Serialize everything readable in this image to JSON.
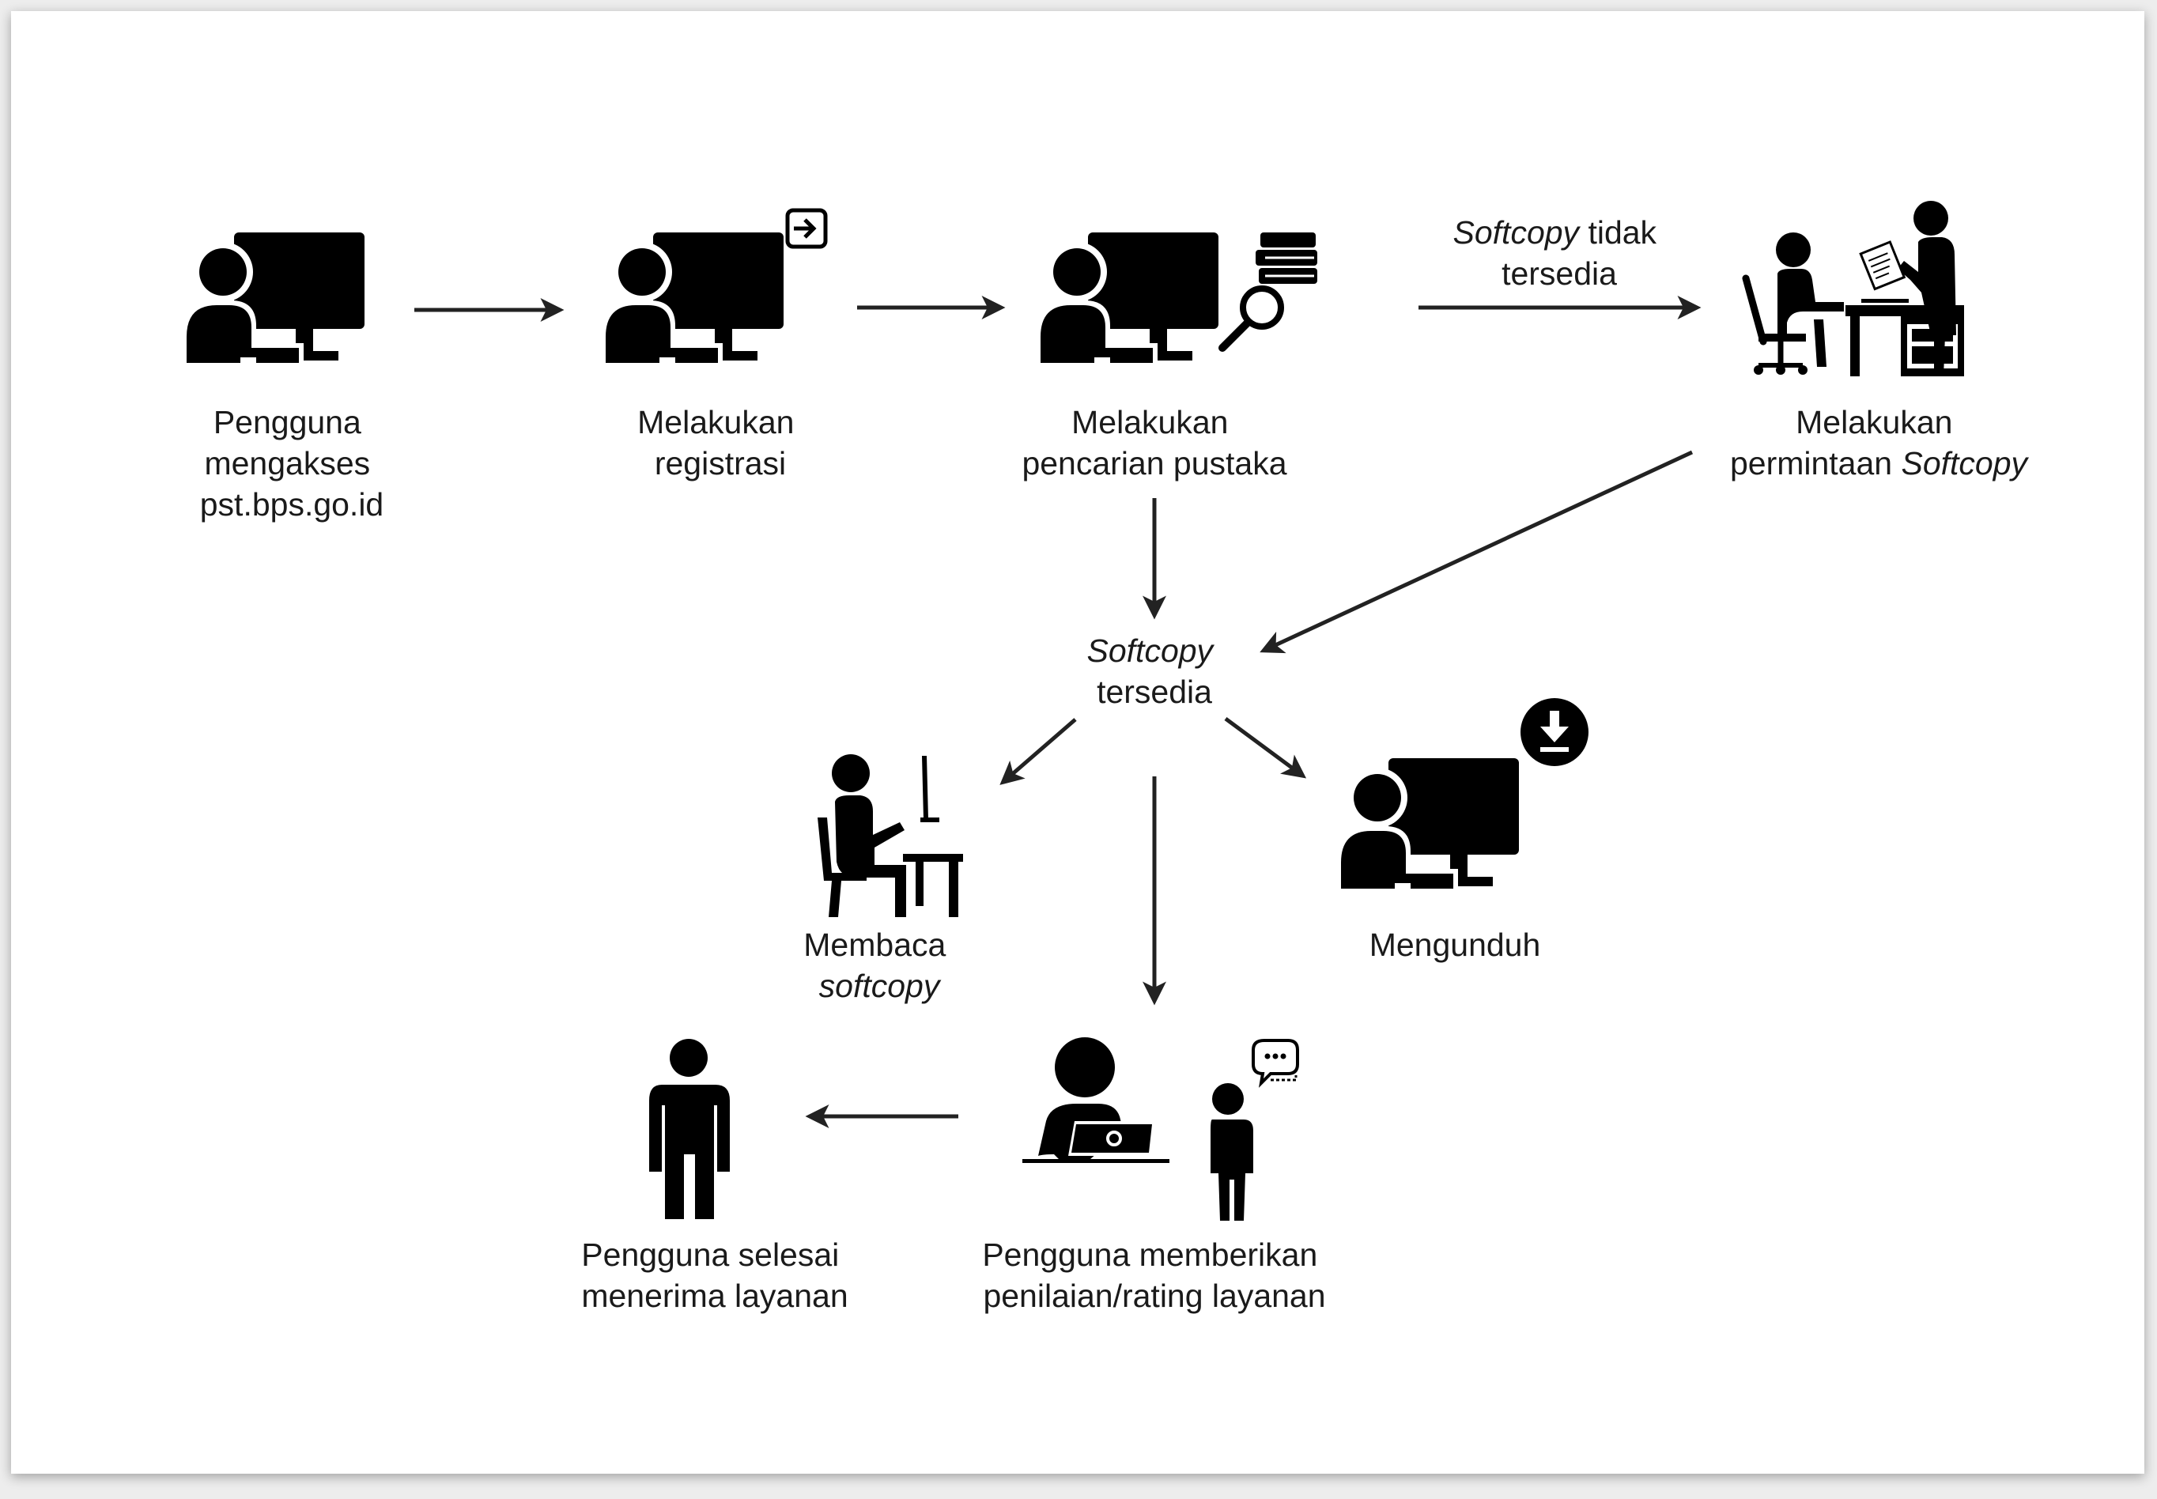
{
  "steps": {
    "access": {
      "line1": "Pengguna",
      "line2": "mengakses",
      "line3": "pst.bps.go.id",
      "icon": "user-computer-icon"
    },
    "register": {
      "line1": "Melakukan",
      "line2": "registrasi",
      "icon": "user-computer-login-icon"
    },
    "search": {
      "line1": "Melakukan",
      "line2": "pencarian pustaka",
      "icon": "user-computer-search-books-icon"
    },
    "request": {
      "line1": "Melakukan",
      "line2_plain": "permintaan ",
      "line2_italic": "Softcopy",
      "icon": "office-handover-document-icon"
    },
    "available": {
      "line1_italic": "Softcopy",
      "line2": "tersedia"
    },
    "read": {
      "line1": "Membaca",
      "line2_italic": "softcopy",
      "icon": "person-reading-desk-icon"
    },
    "download": {
      "line1": "Mengunduh",
      "icon": "user-computer-download-icon"
    },
    "rating": {
      "line1": "Pengguna memberikan",
      "line2": "penilaian/rating layanan",
      "icon": "laptop-user-feedback-icon"
    },
    "finish": {
      "line1": "Pengguna selesai",
      "line2": "menerima layanan",
      "icon": "standing-person-icon"
    }
  },
  "edges": {
    "not_available": {
      "italic": "Softcopy",
      "plain": " tidak",
      "line2": "tersedia"
    }
  },
  "colors": {
    "icon": "#000000",
    "arrow": "#222222",
    "text": "#1a1a1a",
    "background": "#ffffff"
  }
}
